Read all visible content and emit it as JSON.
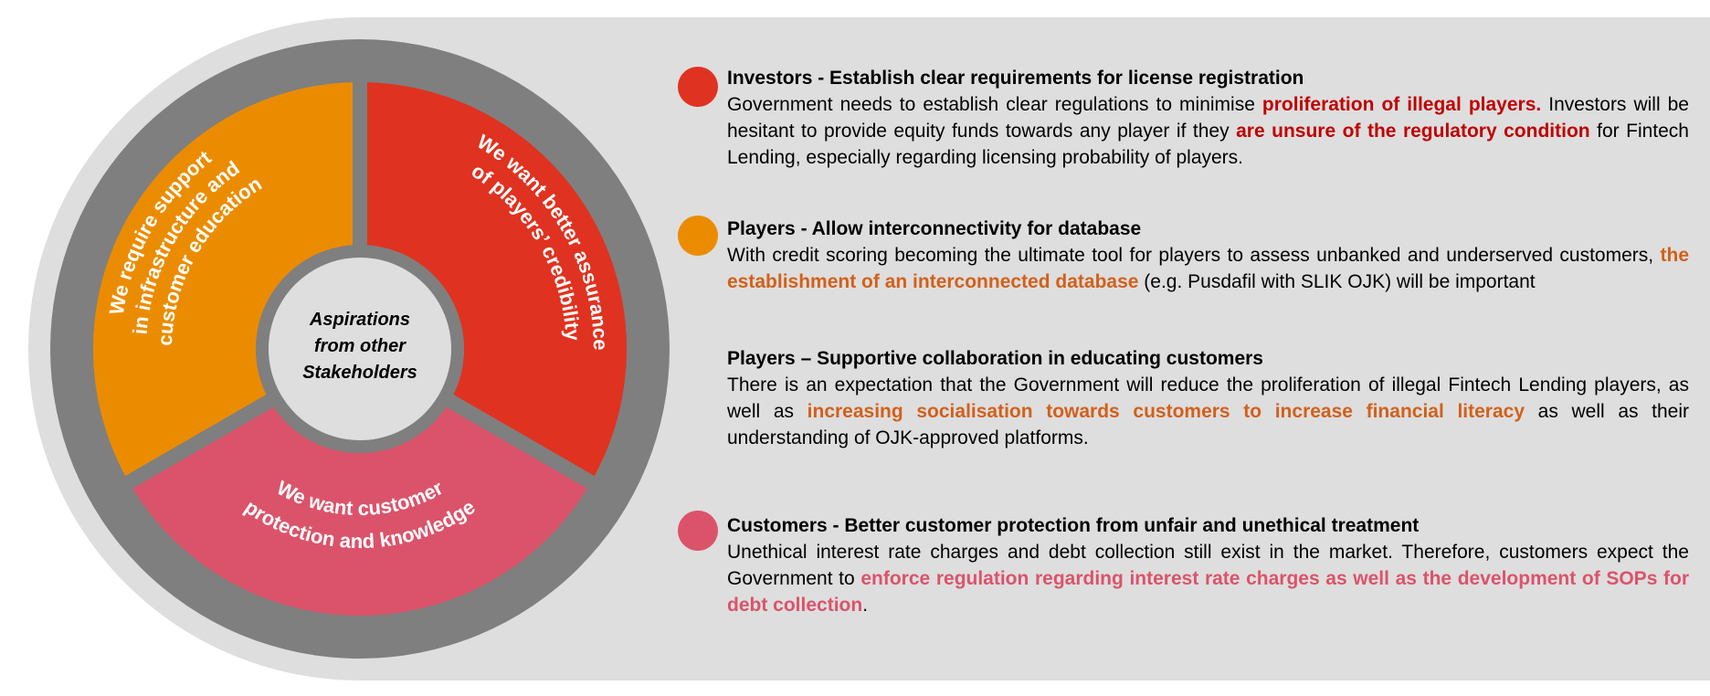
{
  "colors": {
    "background": "#dedede",
    "ring": "#7f7f7f",
    "red": "#e03220",
    "orange": "#eb8c00",
    "pink": "#db536a",
    "dark_red": "#c00000",
    "orange_text": "#d2601a",
    "pink_text": "#db536a"
  },
  "wheel": {
    "center_label": [
      "Aspirations",
      "from other",
      "Stakeholders"
    ],
    "segments": [
      {
        "name": "investors",
        "color": "#e03220",
        "lines": [
          "We want better assurance",
          "of players’ credibility"
        ]
      },
      {
        "name": "customers",
        "color": "#db536a",
        "lines": [
          "We want customer",
          "protection and knowledge"
        ]
      },
      {
        "name": "players",
        "color": "#eb8c00",
        "lines": [
          "We require support",
          "in infrastructure and",
          "customer education"
        ]
      }
    ]
  },
  "sections": [
    {
      "title": "Investors -  Establish clear requirements for license registration",
      "body": [
        "Government needs to establish clear regulations to minimise ",
        "proliferation of illegal players.",
        " Investors will be hesitant to provide equity funds towards any player if they ",
        "are unsure of the regulatory condition",
        " for Fintech Lending, especially regarding licensing probability of players."
      ]
    },
    {
      "title": "Players - Allow interconnectivity for database",
      "body": [
        "With credit scoring becoming the ultimate tool for players to assess unbanked and underserved customers, ",
        "the establishment of an interconnected database",
        " (e.g. Pusdafil with SLIK OJK) will be important"
      ]
    },
    {
      "title": "Players – Supportive collaboration in educating customers",
      "body": [
        "There is an expectation that the Government will reduce the proliferation of illegal Fintech Lending players, as well as ",
        "increasing socialisation towards customers to increase financial literacy",
        " as well as their understanding of OJK-approved platforms."
      ]
    },
    {
      "title": "Customers - Better customer protection from unfair and unethical treatment",
      "body": [
        "Unethical interest rate charges and debt collection still exist in the market. Therefore, customers expect the Government to ",
        "enforce regulation regarding interest rate charges as well as the development of SOPs for debt collection",
        "."
      ]
    }
  ]
}
